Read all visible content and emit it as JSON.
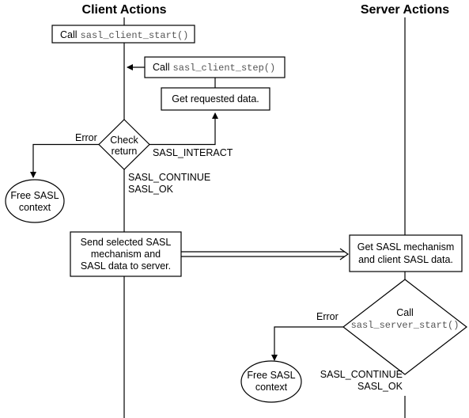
{
  "headers": {
    "client": "Client Actions",
    "server": "Server Actions"
  },
  "client": {
    "start_call": "Call",
    "start_fn": "sasl_client_start()",
    "step_call": "Call",
    "step_fn": "sasl_client_step()",
    "get_requested": "Get requested data.",
    "check_line1": "Check",
    "check_line2": "return",
    "interact_label": "SASL_INTERACT",
    "error_label": "Error",
    "free_line1": "Free SASL",
    "free_line2": "context",
    "continue_label": "SASL_CONTINUE",
    "ok_label": "SASL_OK",
    "send_line1": "Send selected SASL",
    "send_line2": "mechanism and",
    "send_line3": "SASL data to server."
  },
  "server": {
    "get_line1": "Get SASL mechanism",
    "get_line2": "and client SASL data.",
    "call_label": "Call",
    "start_fn": "sasl_server_start()",
    "error_label": "Error",
    "free_line1": "Free SASL",
    "free_line2": "context",
    "continue_label": "SASL_CONTINUE",
    "ok_label": "SASL_OK"
  }
}
